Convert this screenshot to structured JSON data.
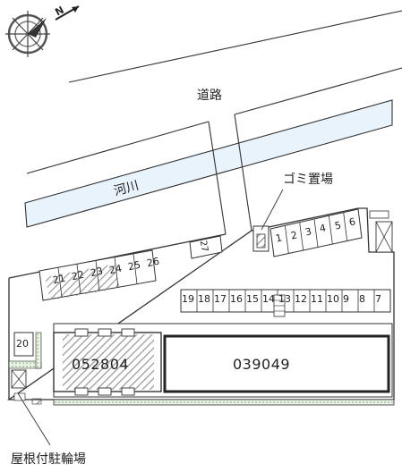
{
  "labels": {
    "road": "道路",
    "river": "河川",
    "garbage": "ゴミ置場",
    "bike_shelter": "屋根付駐輪場",
    "compass_n": "N",
    "building_a": "052804",
    "building_b": "039049"
  },
  "parking_top_right": [
    "1",
    "2",
    "3",
    "4",
    "5",
    "6"
  ],
  "parking_top_left": [
    "21",
    "22",
    "23",
    "24",
    "25",
    "26"
  ],
  "parking_middle": [
    "19",
    "18",
    "17",
    "16",
    "15",
    "14",
    "13",
    "12",
    "11",
    "10",
    "9",
    "8",
    "7"
  ],
  "parking_small": [
    "27"
  ],
  "parking_bike_left": [
    "20"
  ],
  "colors": {
    "river": "#e8f3fb",
    "line": "#333333",
    "hatch": "#888888",
    "grass": "#cfe3c7"
  }
}
